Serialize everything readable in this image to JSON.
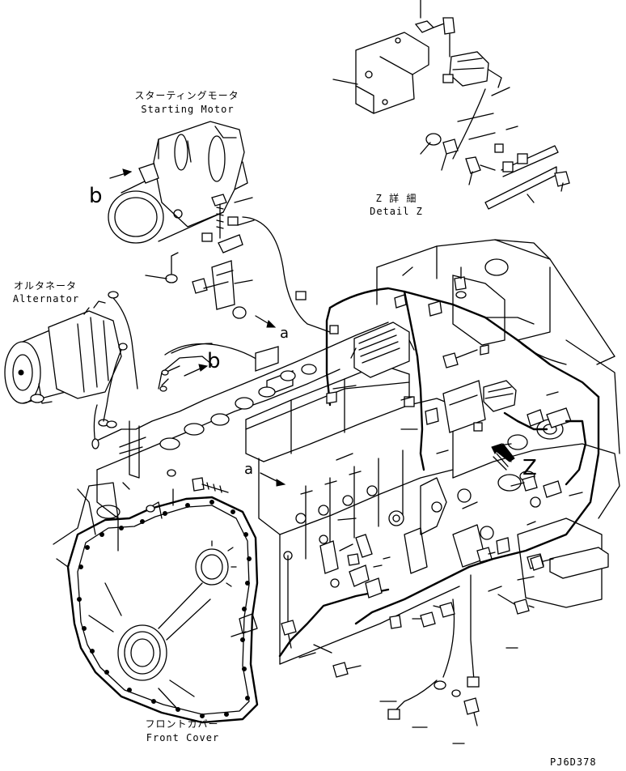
{
  "labels": {
    "starting_motor_jp": "スターティングモータ",
    "starting_motor_en": "Starting Motor",
    "alternator_jp": "オルタネータ",
    "alternator_en": "Alternator",
    "detail_jp": "Z 詳 細",
    "detail_en": "Detail Z",
    "front_cover_jp": "フロントカバー",
    "front_cover_en": "Front Cover",
    "drawing_id": "PJ6D378"
  },
  "callouts": {
    "b_motor": "b",
    "b_block": "b",
    "a_upper": "a",
    "a_lower": "a",
    "z_view": "Z"
  },
  "colors": {
    "ink": "#000000",
    "paper": "#ffffff"
  }
}
